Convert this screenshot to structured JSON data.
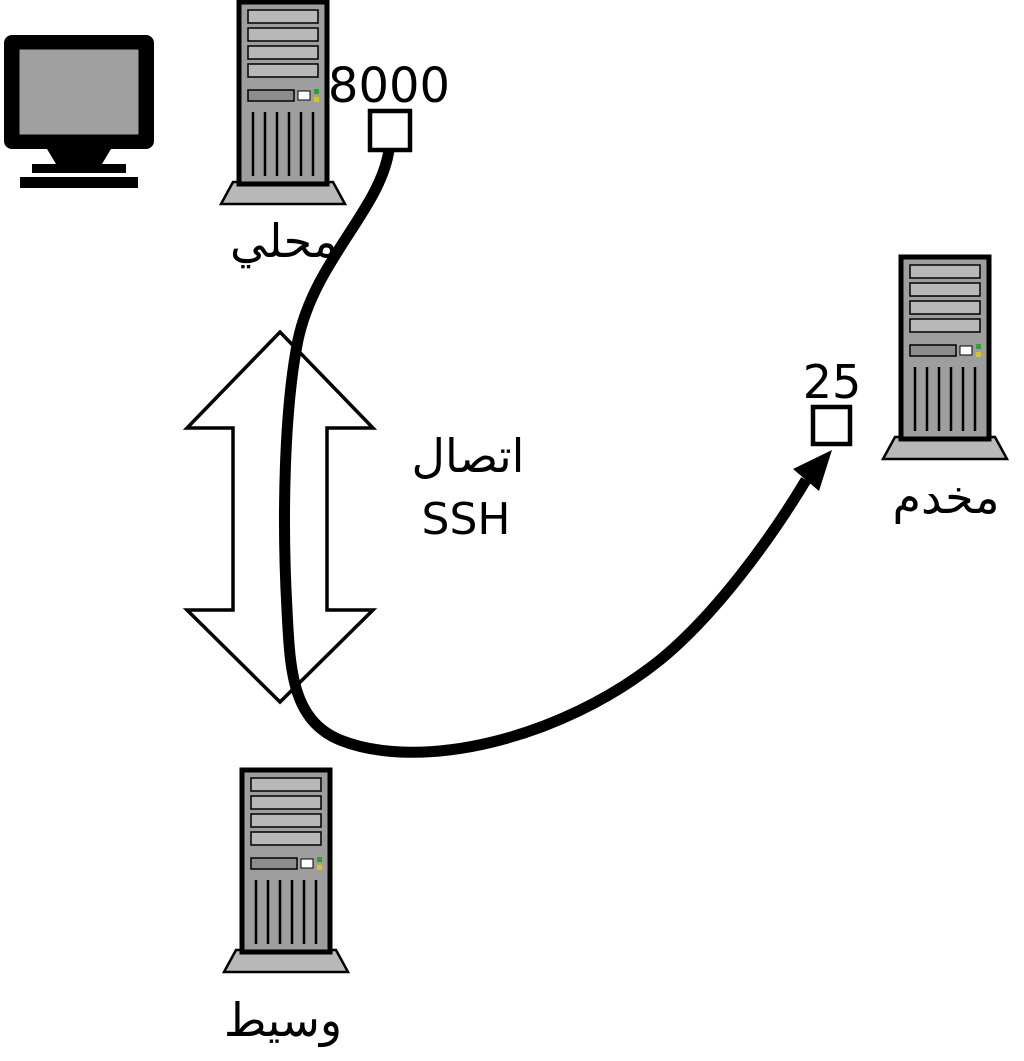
{
  "labels": {
    "local_computer": "محلي",
    "intermediate_computer": "وسيط",
    "remote_server": "مخدم",
    "local_port": "8000",
    "remote_port": "25",
    "connection_word": "اتصال",
    "connection_protocol": "SSH"
  },
  "icons": {
    "monitor": "monitor-icon",
    "local_computer": "computer-tower-icon",
    "intermediate_computer": "computer-tower-icon",
    "remote_server": "computer-tower-icon",
    "ssh_arrow": "double-arrow-icon",
    "tunnel": "tunnel-cable-line",
    "local_port_box": "port-box",
    "remote_port_box": "port-box"
  },
  "colors": {
    "tower_body": "#9e9e9e",
    "tower_slat": "#b8b8b8",
    "tower_base": "#b8b8b8",
    "screen": "#a0a0a0",
    "line": "#000000",
    "arrow_fill": "#ffffff",
    "port_box_fill": "#ffffff",
    "led_green": "#30a030",
    "led_yellow": "#d6c420"
  }
}
